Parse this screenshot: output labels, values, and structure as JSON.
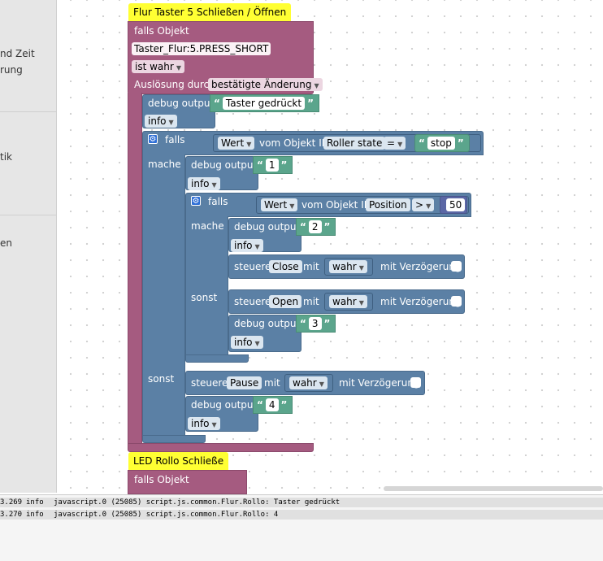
{
  "sidebar": {
    "texts": [
      "nd Zeit",
      "rung",
      "tik",
      "en"
    ]
  },
  "script1": {
    "title": "Flur Taster 5 Schließen / Öffnen",
    "trigger_label": "falls Objekt",
    "object_id": "Taster_Flur:5.PRESS_SHORT",
    "condition": "ist wahr",
    "trigger_type_label": "Auslösung durch",
    "trigger_type": "bestätigte Änderung",
    "debug_label": "debug output",
    "debug_text": "Taster gedrückt",
    "debug_level": "info",
    "if1": {
      "falls_label": "falls",
      "mache_label": "mache",
      "sonst_label": "sonst",
      "value_select": "Wert",
      "from_object_label": "vom Objekt ID",
      "object_id": "Roller state",
      "operator": "=",
      "compare_text": "stop"
    },
    "then1": {
      "debug_text": "1",
      "debug_level": "info",
      "if2": {
        "falls_label": "falls",
        "mache_label": "mache",
        "sonst_label": "sonst",
        "value_select": "Wert",
        "from_object_label": "vom Objekt ID",
        "object_id": "Position",
        "operator": ">",
        "compare_number": "50",
        "then": {
          "debug_text": "2",
          "debug_level": "info",
          "control_label": "steuere",
          "control_object": "Close",
          "with_label": "mit",
          "control_value": "wahr",
          "delay_label": "mit Verzögerung"
        },
        "else": {
          "control_label": "steuere",
          "control_object": "Open",
          "with_label": "mit",
          "control_value": "wahr",
          "delay_label": "mit Verzögerung",
          "debug_text": "3",
          "debug_level": "info"
        }
      }
    },
    "else1": {
      "control_label": "steuere",
      "control_object": "Pause",
      "with_label": "mit",
      "control_value": "wahr",
      "delay_label": "mit Verzögerung",
      "debug_text": "4",
      "debug_level": "info"
    }
  },
  "script2": {
    "title": "LED Rollo Schließe",
    "trigger_label": "falls Objekt"
  },
  "log": {
    "rows": [
      {
        "time": "3.269",
        "level": "info",
        "message": "javascript.0 (25085) script.js.common.Flur.Rollo: Taster gedrückt"
      },
      {
        "time": "3.270",
        "level": "info",
        "message": "javascript.0 (25085) script.js.common.Flur.Rollo: 4"
      }
    ]
  },
  "colors": {
    "event_block": "#a55b80",
    "logic_block": "#5b80a5",
    "text_block": "#5ba58c",
    "hat": "#ffff33"
  }
}
